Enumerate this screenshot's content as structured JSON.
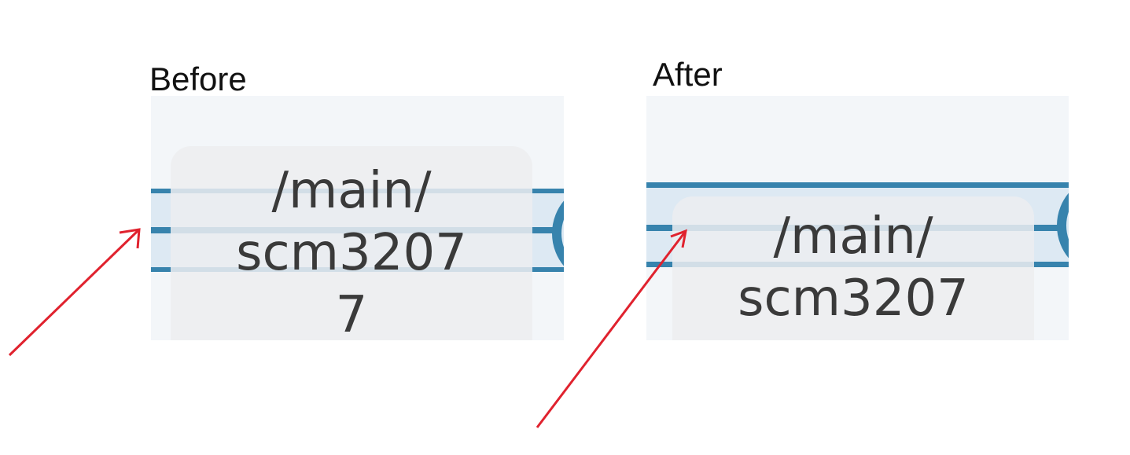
{
  "before": {
    "caption": "Before",
    "label_lines": [
      "/main/",
      "scm3207",
      "7"
    ]
  },
  "after": {
    "caption": "After",
    "label_lines": [
      "/main/",
      "scm3207"
    ]
  },
  "colors": {
    "edge": "#3783ad",
    "edge_fill": "#dde9f3",
    "panel_bg": "#f3f6f9",
    "label_bg": "#eceef0",
    "arrow": "#e0222e"
  }
}
